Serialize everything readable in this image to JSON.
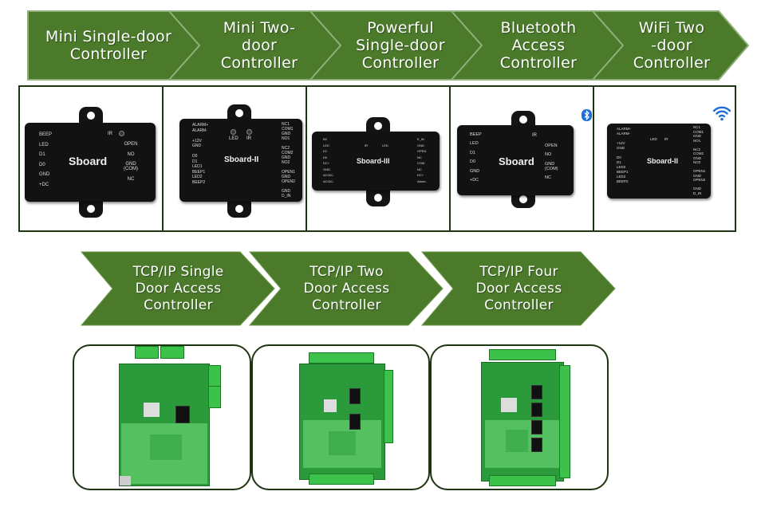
{
  "top_row": {
    "labels": [
      "Mini Single-door\nController",
      "Mini Two-\ndoor\nController",
      "Powerful\nSingle-door\nController",
      "Bluetooth\nAccess\nController",
      "WiFi Two\n-door\nController"
    ]
  },
  "devices": {
    "d1": {
      "brand": "Sboard",
      "pins_left": "BEEP\n\nLED\n\nD1\n\nD0\n\nGND\n\n+DC",
      "pins_right": "OPEN\n\nNO\n\nGND\n(COM)\n\nNC",
      "ir": "IR"
    },
    "d2": {
      "brand": "Sboard-II",
      "pins_left": "ALARM+\nALARM-\n\n+12V\nGND\n\nD0\nD1\nLED1\nBEEP1\nLED2\nBEEP2",
      "pins_right": "NC1\nCOM1\nGND\nNO1\n\nNC2\nCOM2\nGND\nNO2\n\nOPEN1\nGND\nOPEN2\n\nGND\nD_IN",
      "led": "LED",
      "ir": "IR"
    },
    "d3": {
      "brand": "Sboard-III",
      "pins_left": "BZ\nLED\nD1\nD0\nDC+\nGND\nAC/DC-\nAC/DC-",
      "pins_right": "E_IN\nGND\nOPEN\nNC\nCOM\nNC\nDC+\nAlarm-",
      "ir": "IR",
      "led": "LED"
    },
    "d4": {
      "brand": "Sboard",
      "pins_left": "BEEP\n\nLED\n\nD1\n\nD0\n\nGND\n\n+DC",
      "pins_right": "OPEN\n\nNO\n\nGND\n(COM)\n\nNC",
      "ir": "IR"
    },
    "d5": {
      "brand": "Sboard-II",
      "pins_left": "ALARM+\nALARM-\n\n+12V\nGND\n\nD0\nD1\nLED2\nBEEP1\nLED2\nBEEP2",
      "pins_right": "NC1\nCOM1\nGND\nNO1\n\nNC2\nCOM2\nGND\nNO2\n\nOPEN1\nGND\nOPEN2\n\nGND\nD_IN",
      "led": "LED",
      "ir": "IR"
    }
  },
  "bottom_row": {
    "labels": [
      "TCP/IP Single\nDoor Access\nController",
      "TCP/IP Two\nDoor Access\nController",
      "TCP/IP Four\nDoor Access\nController"
    ]
  },
  "icons": {
    "bluetooth": "bluetooth-icon",
    "wifi": "wifi-icon"
  },
  "colors": {
    "chevron_green": "#4a7a2a",
    "border_dark": "#1e3513",
    "pcb_green": "#2a9a3a"
  }
}
